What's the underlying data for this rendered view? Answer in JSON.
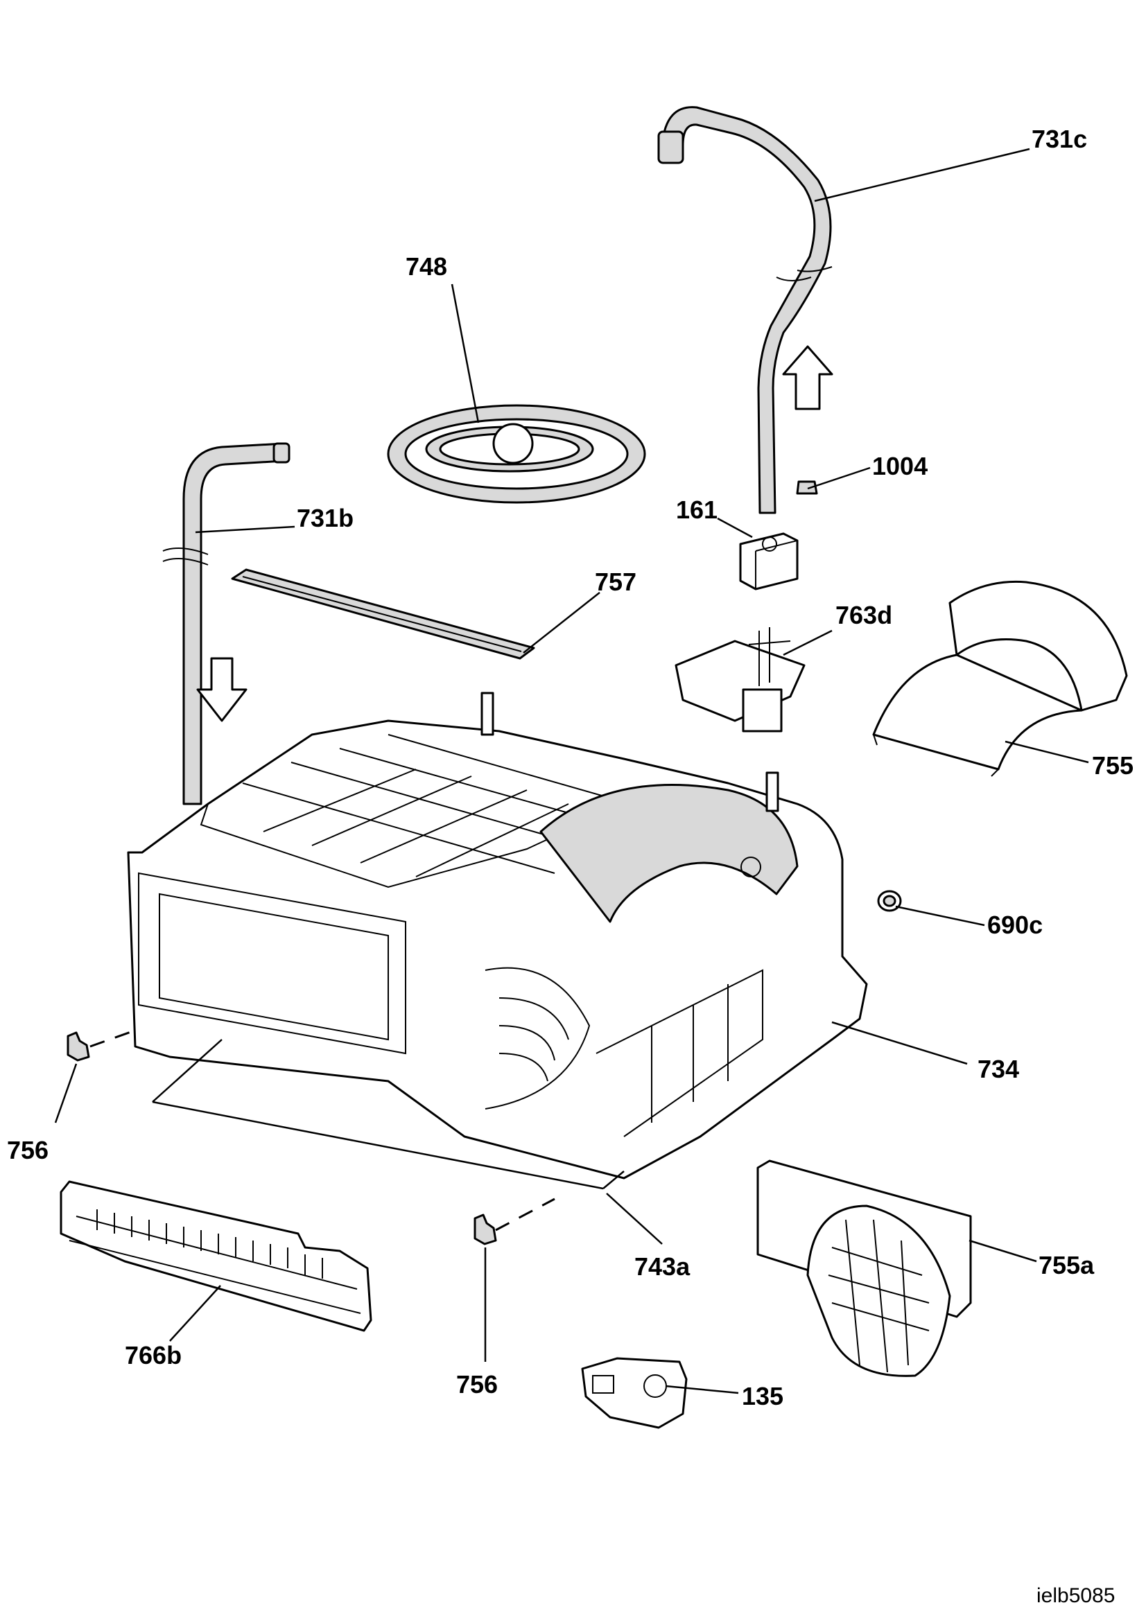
{
  "labels": {
    "p731c": "731c",
    "p748": "748",
    "p731b": "731b",
    "p1004": "1004",
    "p161": "161",
    "p757": "757",
    "p763d": "763d",
    "p755": "755",
    "p690c": "690c",
    "p734": "734",
    "p756_left": "756",
    "p743a": "743a",
    "p755a": "755a",
    "p766b": "766b",
    "p756_bottom": "756",
    "p135": "135"
  },
  "diagram_code": "ielb5085"
}
